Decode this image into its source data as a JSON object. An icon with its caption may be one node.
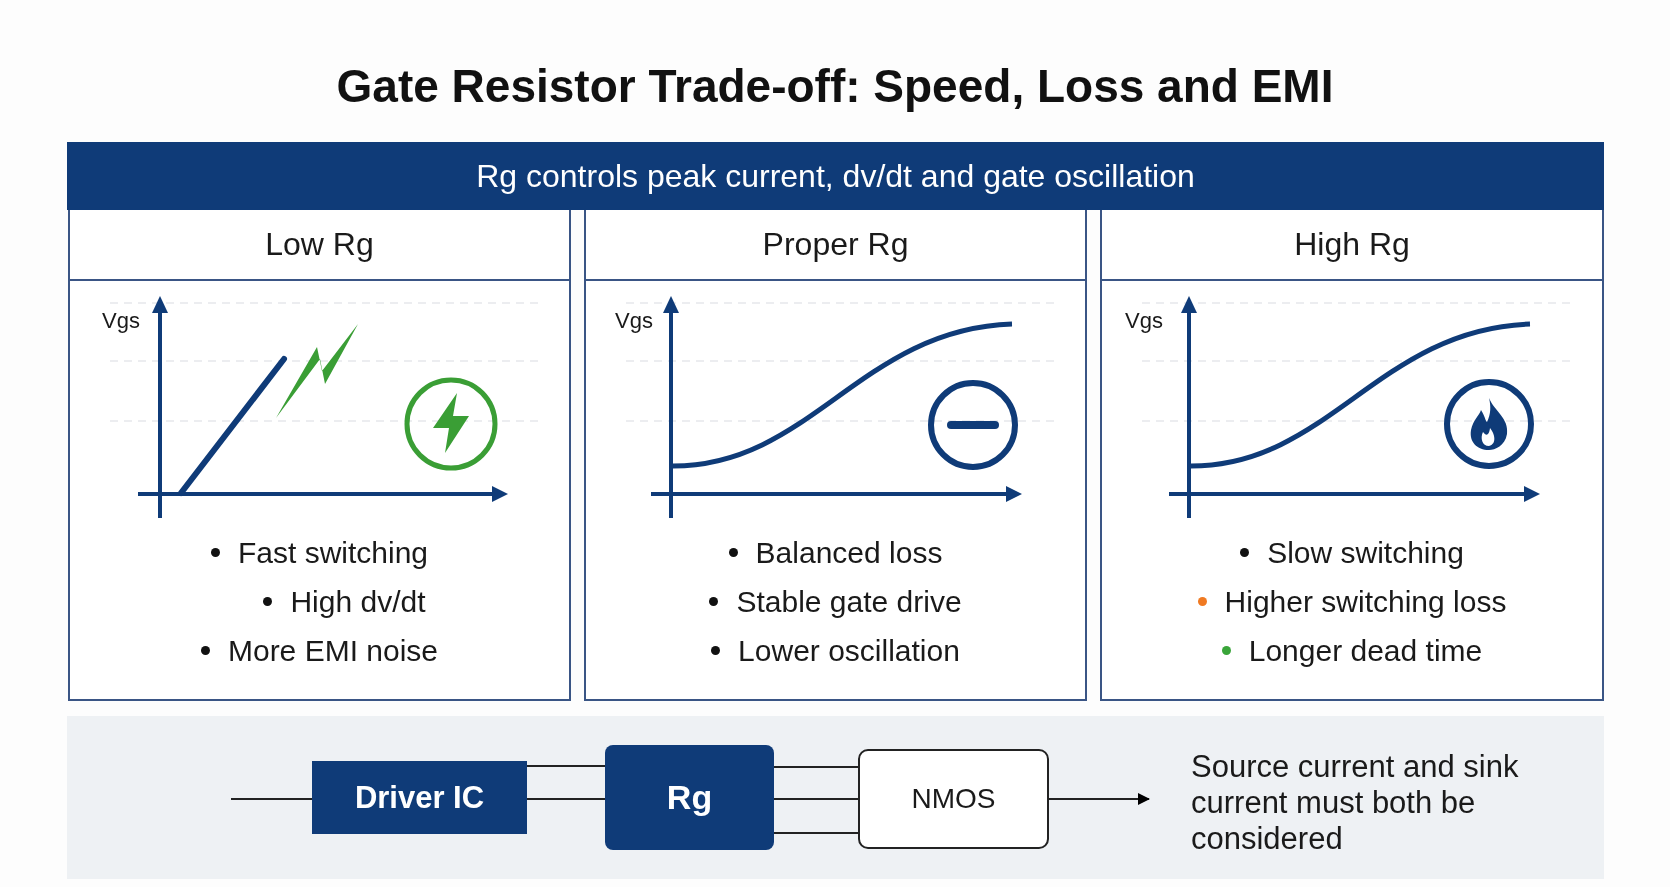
{
  "diagram": {
    "title": "Gate Resistor Trade-off: Speed, Loss and EMI",
    "nodes": [
      {
        "text": [
          "Rg controls peak current, dv/dt and gate oscillation"
        ]
      },
      {
        "text": [
          "Low Rg",
          "Fast switching",
          "High dv/dt",
          "More EMI noise"
        ]
      },
      {
        "text": [
          "Proper Rg",
          "Balanced loss",
          "Stable gate drive",
          "Lower oscillation"
        ]
      },
      {
        "text": [
          "High Rg",
          "Slow switching",
          "Higher switching loss",
          "Longer dead time"
        ]
      },
      {
        "text": [
          "Driver IC"
        ]
      },
      {
        "text": [
          "Rg"
        ]
      },
      {
        "text": [
          "NMOS"
        ]
      },
      {
        "text": [
          "Source current and sink current must both be considered"
        ]
      }
    ],
    "edges": [
      {
        "from": null,
        "to": 4,
        "arrow": "none"
      },
      {
        "from": 4,
        "to": 5,
        "arrow": "none"
      },
      {
        "from": 4,
        "to": 5,
        "arrow": "none"
      },
      {
        "from": 5,
        "to": 6,
        "arrow": "none"
      },
      {
        "from": 5,
        "to": 6,
        "arrow": "none"
      },
      {
        "from": 5,
        "to": 6,
        "arrow": "none"
      },
      {
        "from": 6,
        "to": 7,
        "arrow": "to"
      }
    ],
    "labels": [
      "Vgs",
      "Vgs",
      "Vgs"
    ]
  }
}
